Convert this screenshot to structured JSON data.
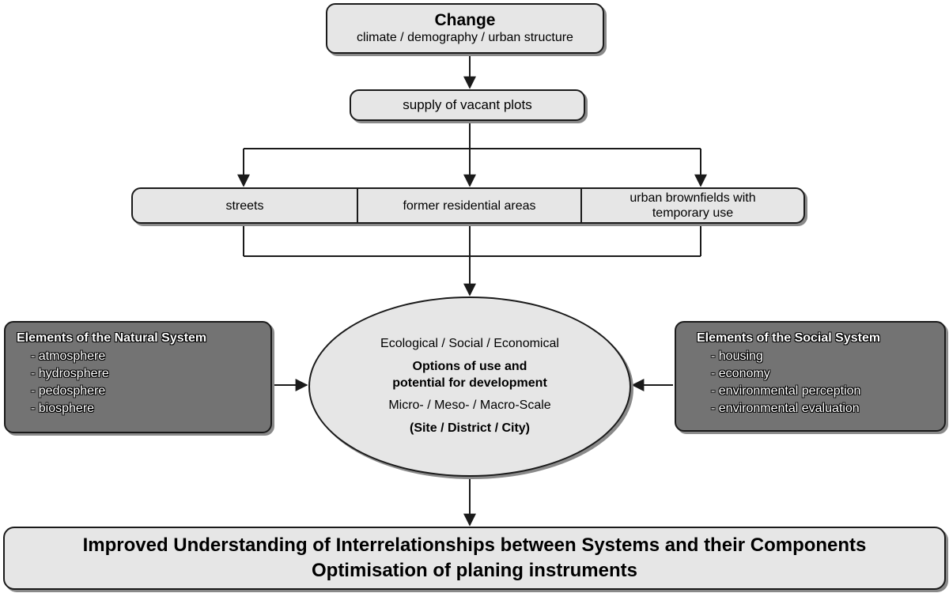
{
  "change": {
    "title": "Change",
    "subtitle": "climate / demography / urban structure"
  },
  "supply": {
    "label": "supply of vacant plots"
  },
  "categories": [
    {
      "label": "streets"
    },
    {
      "label": "former residential areas"
    },
    {
      "label": "urban brownfields with temporary use"
    }
  ],
  "natural_system": {
    "title": "Elements of the Natural System",
    "items": [
      "- atmosphere",
      "- hydrosphere",
      "- pedosphere",
      "- biosphere"
    ]
  },
  "social_system": {
    "title": "Elements of the Social System",
    "items": [
      "- housing",
      "- economy",
      "- environmental perception",
      "- environmental evaluation"
    ]
  },
  "center": {
    "line1": "Ecological / Social / Economical",
    "line2": "Options of use and",
    "line3": "potential for development",
    "line4": "Micro- / Meso- / Macro-Scale",
    "line5": "(Site / District / City)"
  },
  "result": {
    "line1": "Improved Understanding of Interrelationships between Systems and their Components",
    "line2": "Optimisation of planing instruments"
  },
  "colors": {
    "box_fill": "#e6e6e6",
    "dark_box_fill": "#737373",
    "line": "#1a1a1a"
  }
}
